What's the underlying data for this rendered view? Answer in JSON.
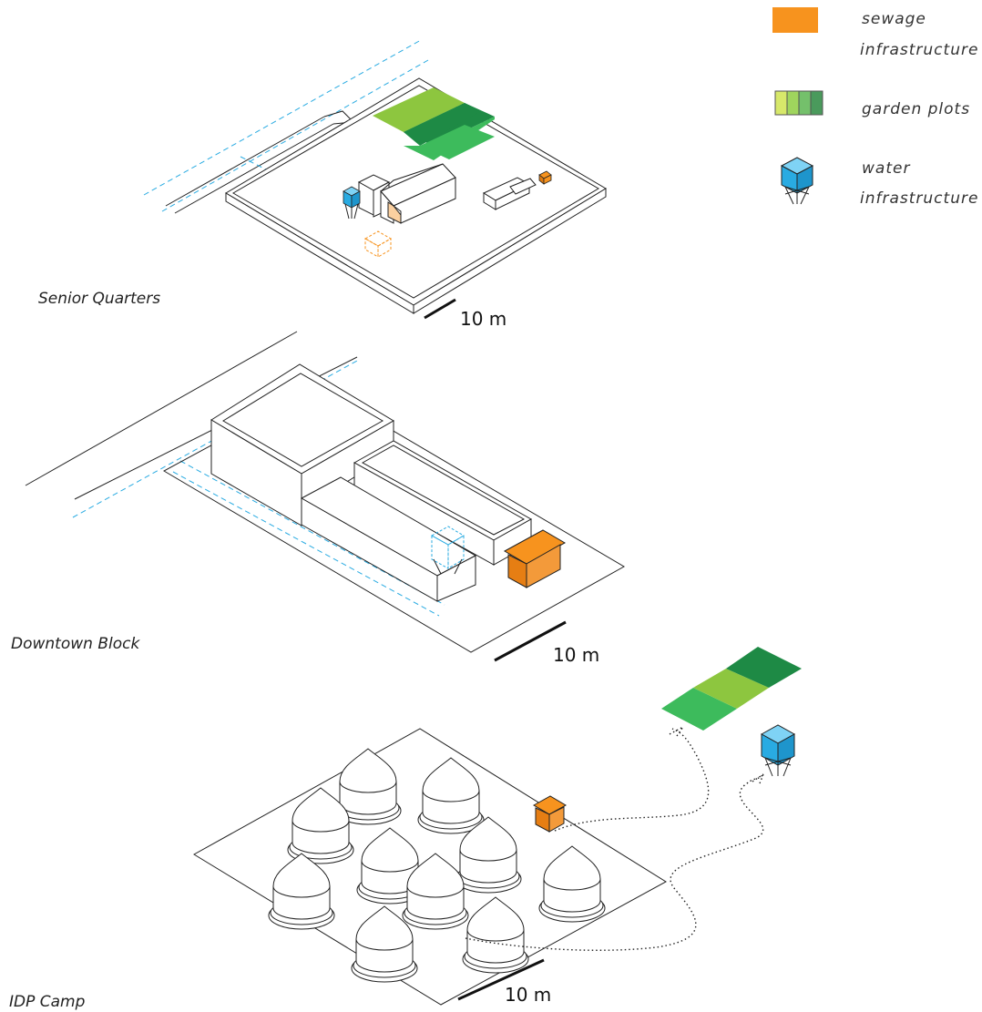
{
  "legend": {
    "sewage": {
      "label_line1": "sewage",
      "label_line2": "infrastructure",
      "color": "#f7931e"
    },
    "garden": {
      "label_line1": "garden plots",
      "colors": [
        "#c9e265",
        "#8cc63f",
        "#3aaa5b",
        "#2d8a4e"
      ]
    },
    "water": {
      "label_line1": "water",
      "label_line2": "infrastructure",
      "color": "#29abe2"
    }
  },
  "panels": {
    "senior": {
      "title": "Senior Quarters",
      "scale": "10 m"
    },
    "downtown": {
      "title": "Downtown Block",
      "scale": "10 m"
    },
    "idp": {
      "title": "IDP Camp",
      "scale": "10 m"
    }
  },
  "colors": {
    "sewage": "#f7931e",
    "water": "#29abe2",
    "garden_light": "#8dc63f",
    "garden_dark": "#1e8a45",
    "garden_mid": "#3dbb5c"
  }
}
